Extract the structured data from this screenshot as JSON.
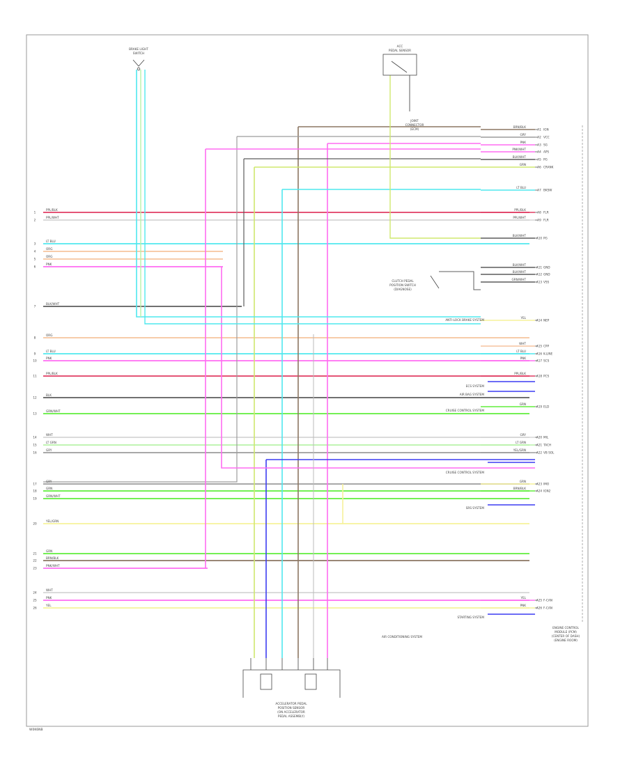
{
  "diagram_id": "W0K6NB",
  "colors": {
    "ltblu": "#4fe8ee",
    "org": "#f6c49e",
    "pnk": "#ff6cf2",
    "grn": "#60ee3c",
    "yel": "#f6f29a",
    "brn": "#8c7662",
    "blu": "#3c3cf2",
    "red": "#e03c62",
    "wht": "#d6d6d6",
    "gry": "#9c9c9c",
    "blk": "#5c5c5c",
    "ylwgrn": "#cfe86e",
    "frame": "#999999"
  },
  "components": {
    "brake_switch": [
      "BRAKE LIGHT",
      "SWITCH"
    ],
    "sensor": [
      "ACC",
      "PEDAL SENSOR"
    ],
    "junction": [
      "JOINT",
      "CONNECTOR",
      "(ECM)"
    ],
    "ecm": [
      "ENGINE CONTROL",
      "MODULE (PCM)",
      "(CENTER OF DASH)",
      "(ENGINE ROOM)"
    ],
    "app_sensor": [
      "ACCELERATOR PEDAL",
      "POSITION SENSOR",
      "(ON ACCELERATOR",
      "PEDAL ASSEMBLY)"
    ],
    "clutch_switch": [
      "CLUTCH PEDAL",
      "POSITION SWITCH",
      "(DIAGNOSE)"
    ]
  },
  "systems": {
    "abs": "ANTI-LOCK BRAKE SYSTEM",
    "airbag": "AIR BAG SYSTEM",
    "ac": "AIR CONDITIONING SYSTEM",
    "cruise": "CRUISE CONTROL SYSTEM",
    "ecs": "ECS SYSTEM",
    "srs": "SRS SYSTEM",
    "starting": "STARTING SYSTEM"
  },
  "left_wires": [
    {
      "pin": "1",
      "label": "PPL/BLK"
    },
    {
      "pin": "2",
      "label": "PPL/WHT"
    },
    {
      "pin": "3",
      "label": "LT BLU"
    },
    {
      "pin": "4",
      "label": "ORG"
    },
    {
      "pin": "5",
      "label": "ORG"
    },
    {
      "pin": "6",
      "label": "PNK"
    },
    {
      "pin": "7",
      "label": "BLK/WHT"
    },
    {
      "pin": "8",
      "label": "ORG"
    },
    {
      "pin": "9",
      "label": "LT BLU"
    },
    {
      "pin": "10",
      "label": "PNK"
    },
    {
      "pin": "11",
      "label": "PPL/BLK"
    },
    {
      "pin": "12",
      "label": "BLK"
    },
    {
      "pin": "13",
      "label": "GRN/WHT"
    },
    {
      "pin": "14",
      "label": "WHT"
    },
    {
      "pin": "15",
      "label": "LT GRN"
    },
    {
      "pin": "16",
      "label": "GRY"
    },
    {
      "pin": "17",
      "label": "GRY"
    },
    {
      "pin": "18",
      "label": "GRN"
    },
    {
      "pin": "19",
      "label": "GRN/WHT"
    },
    {
      "pin": "20",
      "label": "YEL/GRN"
    },
    {
      "pin": "21",
      "label": "GRN"
    },
    {
      "pin": "22",
      "label": "BRN/BLK"
    },
    {
      "pin": "23",
      "label": "PNK/WHT"
    },
    {
      "pin": "24",
      "label": "WHT"
    },
    {
      "pin": "25",
      "label": "PNK"
    },
    {
      "pin": "26",
      "label": "YEL"
    }
  ],
  "right_wires": [
    {
      "label": "BRN/BLK",
      "pin": "A1",
      "func": "IGN"
    },
    {
      "label": "GRY",
      "pin": "A2",
      "func": "VCC"
    },
    {
      "label": "PNK",
      "pin": "A3",
      "func": "SG"
    },
    {
      "label": "PNK/WHT",
      "pin": "A4",
      "func": "APS"
    },
    {
      "label": "BLK/WHT",
      "pin": "A5",
      "func": "PG"
    },
    {
      "label": "GRN",
      "pin": "A6",
      "func": "CRANK"
    },
    {
      "label": "LT BLU",
      "pin": "A7",
      "func": "BKSW"
    },
    {
      "label": "PPL/BLK",
      "pin": "A8",
      "func": "FLR"
    },
    {
      "label": "PPL/WHT",
      "pin": "A9",
      "func": "FLR"
    },
    {
      "label": "BLK/WHT",
      "pin": "A10",
      "func": "PG"
    },
    {
      "label": "BLK/WHT",
      "pin": "A11",
      "func": "GND"
    },
    {
      "label": "BLK/WHT",
      "pin": "A12",
      "func": "GND"
    },
    {
      "label": "GRN/WHT",
      "pin": "A13",
      "func": "VSS"
    },
    {
      "label": "YEL",
      "pin": "A14",
      "func": "NEP"
    },
    {
      "label": "WHT",
      "pin": "A15",
      "func": "CPP"
    },
    {
      "label": "LT BLU",
      "pin": "A16",
      "func": "K-LINE"
    },
    {
      "label": "PNK",
      "pin": "A17",
      "func": "SCS"
    },
    {
      "label": "PPL/BLK",
      "pin": "A18",
      "func": "PCS"
    },
    {
      "label": "GRN",
      "pin": "A19",
      "func": "ELD"
    },
    {
      "label": "GRY",
      "pin": "A20",
      "func": "MIL"
    },
    {
      "label": "LT GRN",
      "pin": "A21",
      "func": "TACH"
    },
    {
      "label": "YEL/GRN",
      "pin": "A22",
      "func": "VB SOL"
    },
    {
      "label": "GRN",
      "pin": "A23",
      "func": "IMO"
    },
    {
      "label": "BRN/BLK",
      "pin": "A24",
      "func": "IGN2"
    },
    {
      "label": "YEL",
      "pin": "A25",
      "func": "F-CAN"
    },
    {
      "label": "PNK",
      "pin": "A26",
      "func": "F-CAN"
    }
  ]
}
